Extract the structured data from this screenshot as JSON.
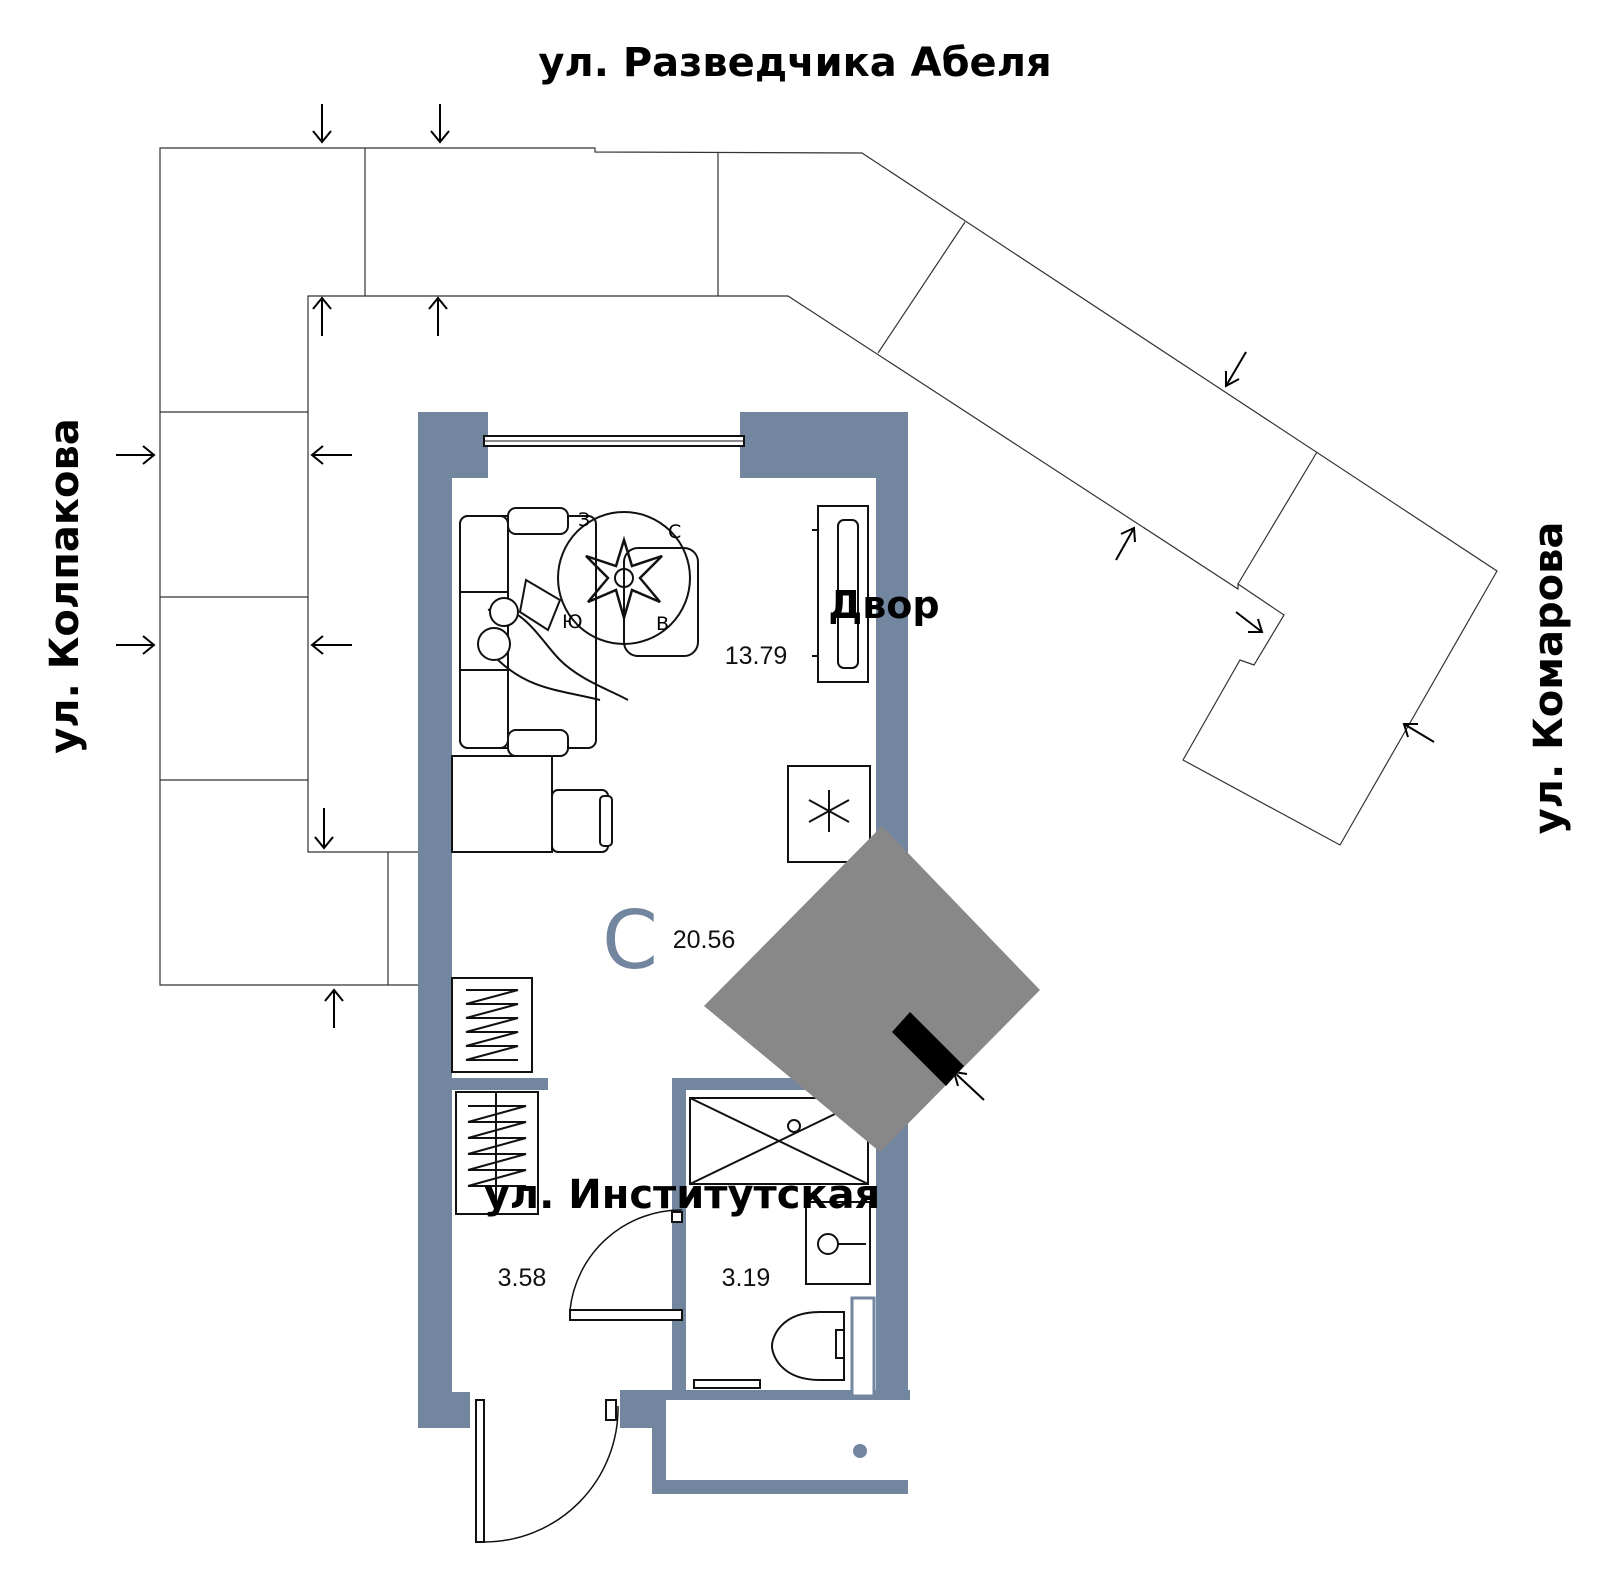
{
  "streets": {
    "top": "ул. Разведчика Абеля",
    "left": "ул. Колпакова",
    "right": "ул. Комарова",
    "bottom": "ул. Институтская"
  },
  "yard_label": "Двор",
  "compass": {
    "north": "С",
    "south": "Ю",
    "east": "В",
    "west": "З"
  },
  "rooms": {
    "living_area": "13.79",
    "total_area": "20.56",
    "hall_area": "3.58",
    "bath_area": "3.19"
  },
  "apartment_type": "С",
  "colors": {
    "wall": "#7386A0",
    "building": "#888888",
    "bar": "#000000"
  }
}
